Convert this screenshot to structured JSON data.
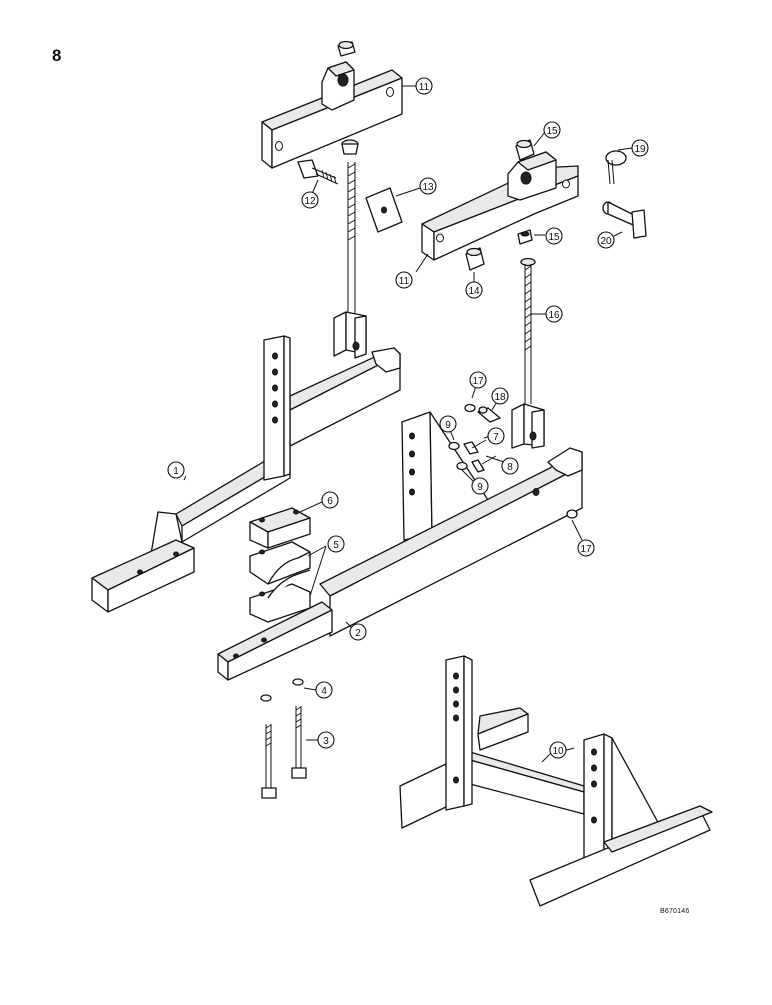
{
  "page_number": "8",
  "reference_code": "B670146",
  "callouts": [
    "1",
    "2",
    "3",
    "4",
    "5",
    "6",
    "7",
    "8",
    "9",
    "9",
    "10",
    "11",
    "11",
    "12",
    "13",
    "14",
    "15",
    "15",
    "16",
    "17",
    "17",
    "18",
    "19",
    "20"
  ]
}
